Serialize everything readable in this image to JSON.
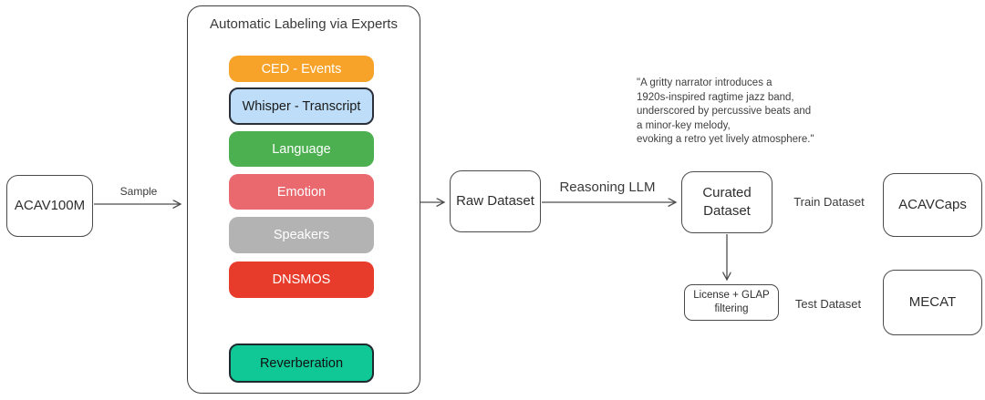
{
  "diagram": {
    "source_node": {
      "label": "ACAV100M"
    },
    "sample_arrow_label": "Sample",
    "experts_panel": {
      "title": "Automatic Labeling via Experts",
      "items": [
        {
          "label": "CED - Events",
          "bg": "#F7A329",
          "text": "#FFFFFF",
          "border": null
        },
        {
          "label": "Whisper - Transcript",
          "bg": "#BDDDF8",
          "text": "#1A1A1A",
          "border": "#2A2F3A"
        },
        {
          "label": "Language",
          "bg": "#4CAF50",
          "text": "#FFFFFF",
          "border": null
        },
        {
          "label": "Emotion",
          "bg": "#E9696E",
          "text": "#FFFFFF",
          "border": null
        },
        {
          "label": "Speakers",
          "bg": "#B3B3B3",
          "text": "#FFFFFF",
          "border": null
        },
        {
          "label": "DNSMOS",
          "bg": "#E73C2B",
          "text": "#FFFFFF",
          "border": null
        },
        {
          "label": "Reverberation",
          "bg": "#10C796",
          "text": "#111111",
          "border": "#1F2A30"
        }
      ]
    },
    "raw_dataset_node": {
      "label": "Raw Dataset"
    },
    "reasoning_arrow_label": "Reasoning LLM",
    "curated_dataset_node": {
      "line1": "Curated",
      "line2": "Dataset"
    },
    "caption_example": {
      "lines": [
        "\"A gritty narrator introduces a",
        "1920s-inspired ragtime jazz band,",
        "underscored by percussive beats and",
        "a minor-key melody,",
        "evoking a retro yet lively atmosphere.\""
      ]
    },
    "license_node": {
      "line1": "License + GLAP",
      "line2": "filtering"
    },
    "train_label": "Train Dataset",
    "test_label": "Test Dataset",
    "acavcaps_node": {
      "label": "ACAVCaps"
    },
    "mecat_node": {
      "label": "MECAT"
    }
  }
}
